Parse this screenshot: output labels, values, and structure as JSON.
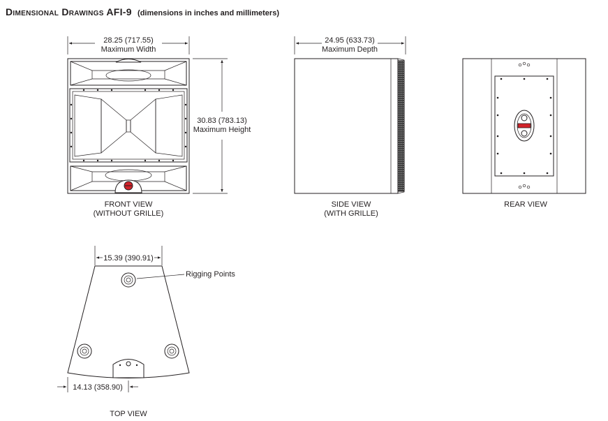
{
  "header": {
    "title": "Dimensional Drawings AFI-9",
    "subtitle": "(dimensions in inches and millimeters)"
  },
  "front_view": {
    "width_value": "28.25 (717.55)",
    "width_label": "Maximum Width",
    "height_value": "30.83 (783.13)",
    "height_label": "Maximum Height",
    "caption_line1": "FRONT VIEW",
    "caption_line2": "(WITHOUT GRILLE)"
  },
  "side_view": {
    "depth_value": "24.95 (633.73)",
    "depth_label": "Maximum Depth",
    "caption_line1": "SIDE VIEW",
    "caption_line2": "(WITH GRILLE)"
  },
  "rear_view": {
    "caption": "REAR VIEW"
  },
  "top_view": {
    "top_width_value": "15.39 (390.91)",
    "bottom_width_value": "14.13 (358.90)",
    "rigging_label": "Rigging Points",
    "caption": "TOP VIEW"
  },
  "colors": {
    "line": "#231f20",
    "accent_red": "#d2232a"
  }
}
